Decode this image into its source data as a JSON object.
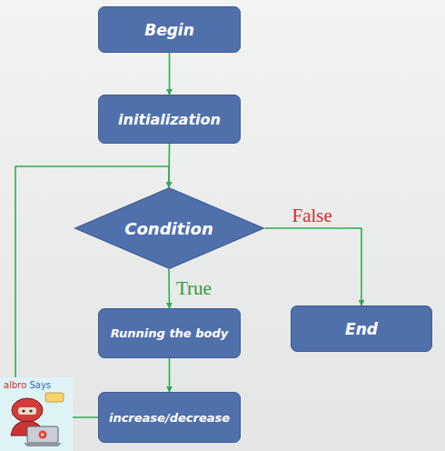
{
  "diagram": {
    "nodes": [
      {
        "text": [
          "Begin"
        ]
      },
      {
        "text": [
          "initialization"
        ]
      },
      {
        "text": [
          "Condition"
        ]
      },
      {
        "text": [
          "Running the body"
        ]
      },
      {
        "text": [
          "End"
        ]
      },
      {
        "text": [
          "increase/decrease"
        ]
      }
    ],
    "edges": [
      {
        "from": 0,
        "to": 1,
        "arrow": "to"
      },
      {
        "from": 1,
        "to": 2,
        "arrow": "to"
      },
      {
        "from": 2,
        "to": 3,
        "label": "True",
        "arrow": "to"
      },
      {
        "from": 2,
        "to": 4,
        "label": "False",
        "arrow": "to"
      },
      {
        "from": 3,
        "to": 5,
        "arrow": "to"
      },
      {
        "from": 5,
        "to": 2,
        "arrow": "to"
      }
    ],
    "labels": [
      "albro Says"
    ]
  }
}
